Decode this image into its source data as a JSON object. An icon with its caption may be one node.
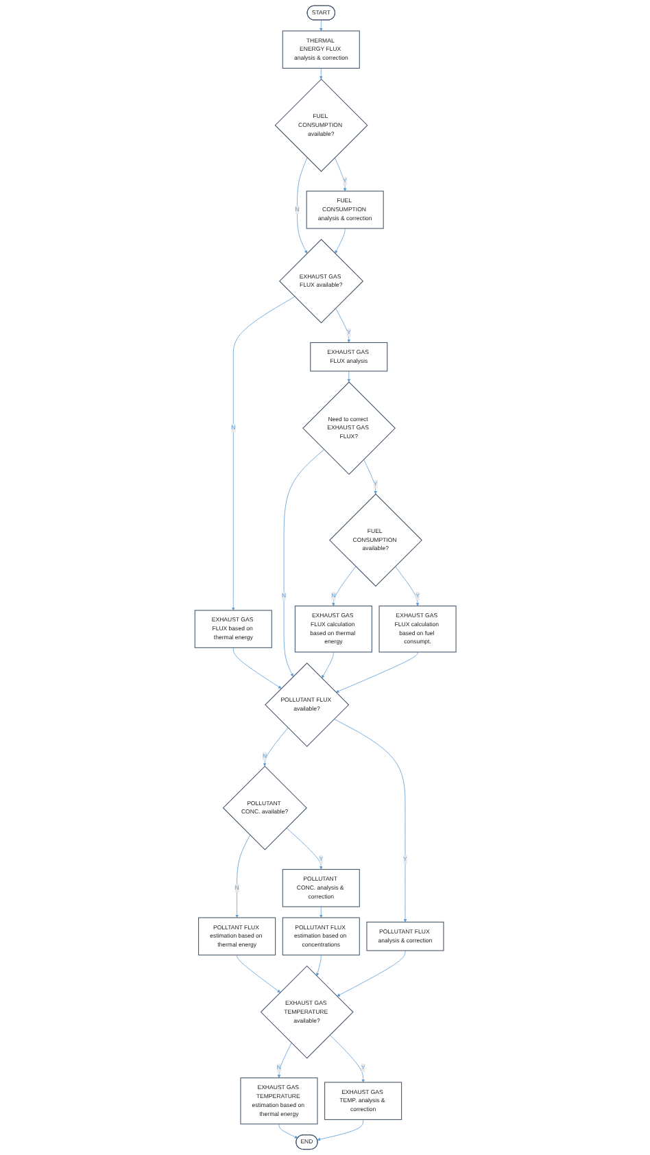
{
  "diagram": {
    "nodes": [
      {
        "text": [
          "START"
        ]
      },
      {
        "text": [
          "THERMAL ENERGY FLUX analysis & correction"
        ]
      },
      {
        "text": [
          "FUEL CONSUMPTION available?"
        ]
      },
      {
        "text": [
          "FUEL CONSUMPTION analysis & correction"
        ]
      },
      {
        "text": [
          "EXHAUST GAS FLUX available?"
        ]
      },
      {
        "text": [
          "EXHAUST GAS FLUX based on thermal energy"
        ]
      },
      {
        "text": [
          "EXHAUST GAS FLUX analysis"
        ]
      },
      {
        "text": [
          "Need to correct EXHAUST GAS FLUX?"
        ]
      },
      {
        "text": [
          "FUEL CONSUMPTION available?"
        ]
      },
      {
        "text": [
          "EXHAUST GAS FLUX calculation based on thermal energy"
        ]
      },
      {
        "text": [
          "EXHAUST GAS FLUX calculation based on fuel consumpt."
        ]
      },
      {
        "text": [
          "POLLUTANT FLUX available?"
        ]
      },
      {
        "text": [
          "POLLUTANT CONC. available?"
        ]
      },
      {
        "text": [
          "POLLUTANT FLUX analysis & correction"
        ]
      },
      {
        "text": [
          "POLLTANT FLUX estimation based on thermal energy"
        ]
      },
      {
        "text": [
          "POLLUTANT CONC. analysis & correction"
        ]
      },
      {
        "text": [
          "POLLUTANT FLUX estimation based on concentrations"
        ]
      },
      {
        "text": [
          "EXHAUST GAS TEMPERATURE available?"
        ]
      },
      {
        "text": [
          "EXHAUST GAS TEMPERATURE estimation based on thermal energy"
        ]
      },
      {
        "text": [
          "EXHAUST GAS TEMP. analysis & correction"
        ]
      },
      {
        "text": [
          "END"
        ]
      }
    ],
    "edges": [
      {
        "from": 0,
        "to": 1,
        "arrow": "to"
      },
      {
        "from": 1,
        "to": 2,
        "arrow": "to"
      },
      {
        "from": 2,
        "to": 4,
        "label": "N",
        "arrow": "to"
      },
      {
        "from": 2,
        "to": 3,
        "label": "Y",
        "arrow": "to"
      },
      {
        "from": 3,
        "to": 4,
        "arrow": "to"
      },
      {
        "from": 4,
        "to": 5,
        "label": "N",
        "arrow": "to"
      },
      {
        "from": 4,
        "to": 6,
        "label": "Y",
        "arrow": "to"
      },
      {
        "from": 6,
        "to": 7,
        "arrow": "to"
      },
      {
        "from": 7,
        "to": 11,
        "label": "N",
        "arrow": "to"
      },
      {
        "from": 7,
        "to": 8,
        "label": "Y",
        "arrow": "to"
      },
      {
        "from": 8,
        "to": 9,
        "label": "N",
        "arrow": "to"
      },
      {
        "from": 8,
        "to": 10,
        "label": "Y",
        "arrow": "to"
      },
      {
        "from": 5,
        "to": 11,
        "arrow": "to"
      },
      {
        "from": 9,
        "to": 11,
        "arrow": "to"
      },
      {
        "from": 10,
        "to": 11,
        "arrow": "to"
      },
      {
        "from": 11,
        "to": 12,
        "label": "N",
        "arrow": "to"
      },
      {
        "from": 11,
        "to": 13,
        "label": "Y",
        "arrow": "to"
      },
      {
        "from": 12,
        "to": 14,
        "label": "N",
        "arrow": "to"
      },
      {
        "from": 12,
        "to": 15,
        "label": "Y",
        "arrow": "to"
      },
      {
        "from": 15,
        "to": 16,
        "arrow": "to"
      },
      {
        "from": 14,
        "to": 17,
        "arrow": "to"
      },
      {
        "from": 16,
        "to": 17,
        "arrow": "to"
      },
      {
        "from": 13,
        "to": 17,
        "arrow": "to"
      },
      {
        "from": 17,
        "to": 18,
        "label": "N",
        "arrow": "to"
      },
      {
        "from": 17,
        "to": 19,
        "label": "Y",
        "arrow": "to"
      },
      {
        "from": 18,
        "to": 20,
        "arrow": "to"
      },
      {
        "from": 19,
        "to": 20,
        "arrow": "to"
      }
    ]
  }
}
